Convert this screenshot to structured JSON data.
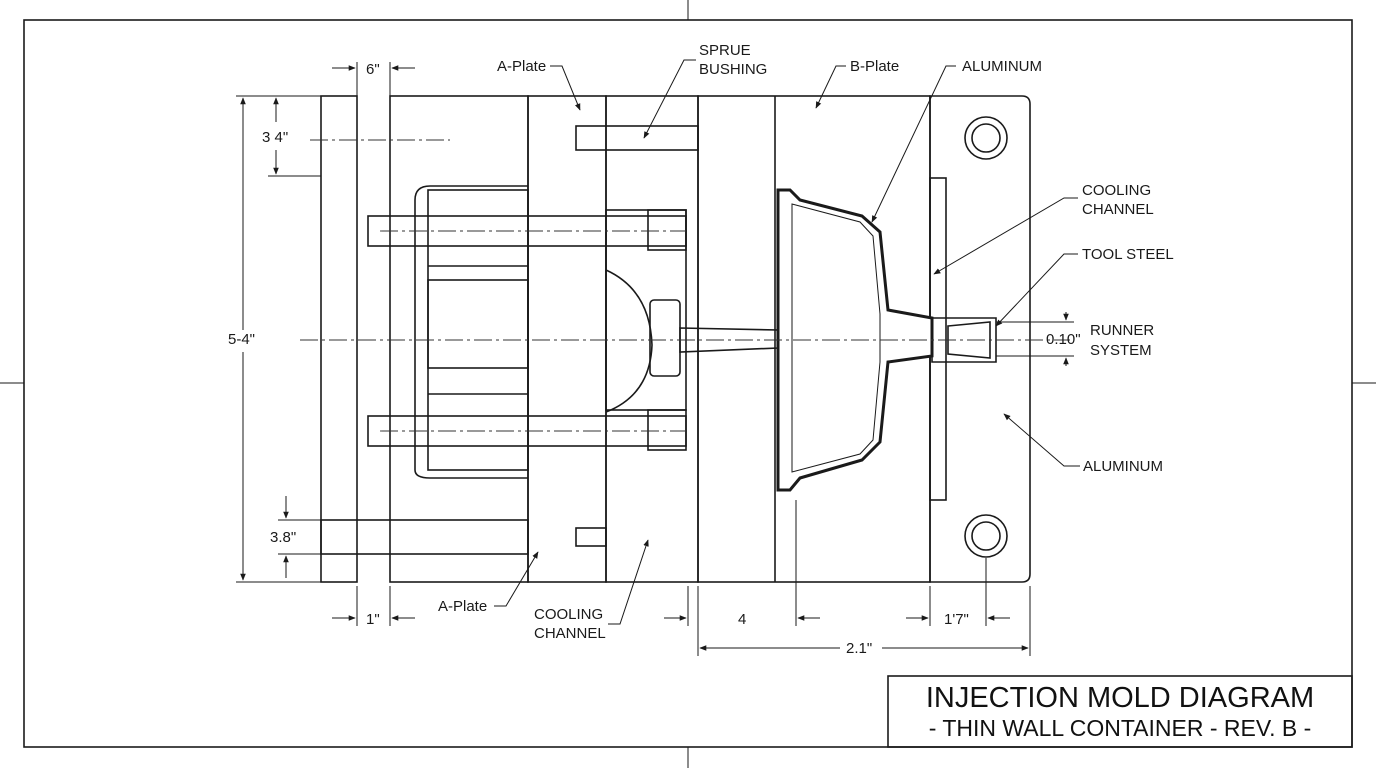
{
  "title": {
    "main": "INJECTION MOLD DIAGRAM",
    "sub": "- THIN WALL CONTAINER - REV. B -"
  },
  "labels": {
    "a_plate_top": "A-Plate",
    "sprue_1": "SPRUE",
    "sprue_2": "BUSHING",
    "b_plate": "B-Plate",
    "aluminum_top": "ALUMINUM",
    "cooling_r1": "COOLING",
    "cooling_r2": "CHANNEL",
    "tool_steel": "TOOL STEEL",
    "runner_1": "RUNNER",
    "runner_2": "SYSTEM",
    "aluminum_right": "ALUMINUM",
    "a_plate_bottom": "A-Plate",
    "cooling_b1": "COOLING",
    "cooling_b2": "CHANNEL"
  },
  "dimensions": {
    "top_width": "6\"",
    "left_upper": "3 4\"",
    "left_overall": "5-4\"",
    "left_lower": "3.8\"",
    "bottom_left": "1\"",
    "bottom_mid": "4",
    "bottom_right": "1'7\"",
    "bottom_overall": "2.1\"",
    "runner_gap": "0.10\""
  },
  "colors": {
    "line": "#1a1a1a",
    "background": "#ffffff"
  }
}
